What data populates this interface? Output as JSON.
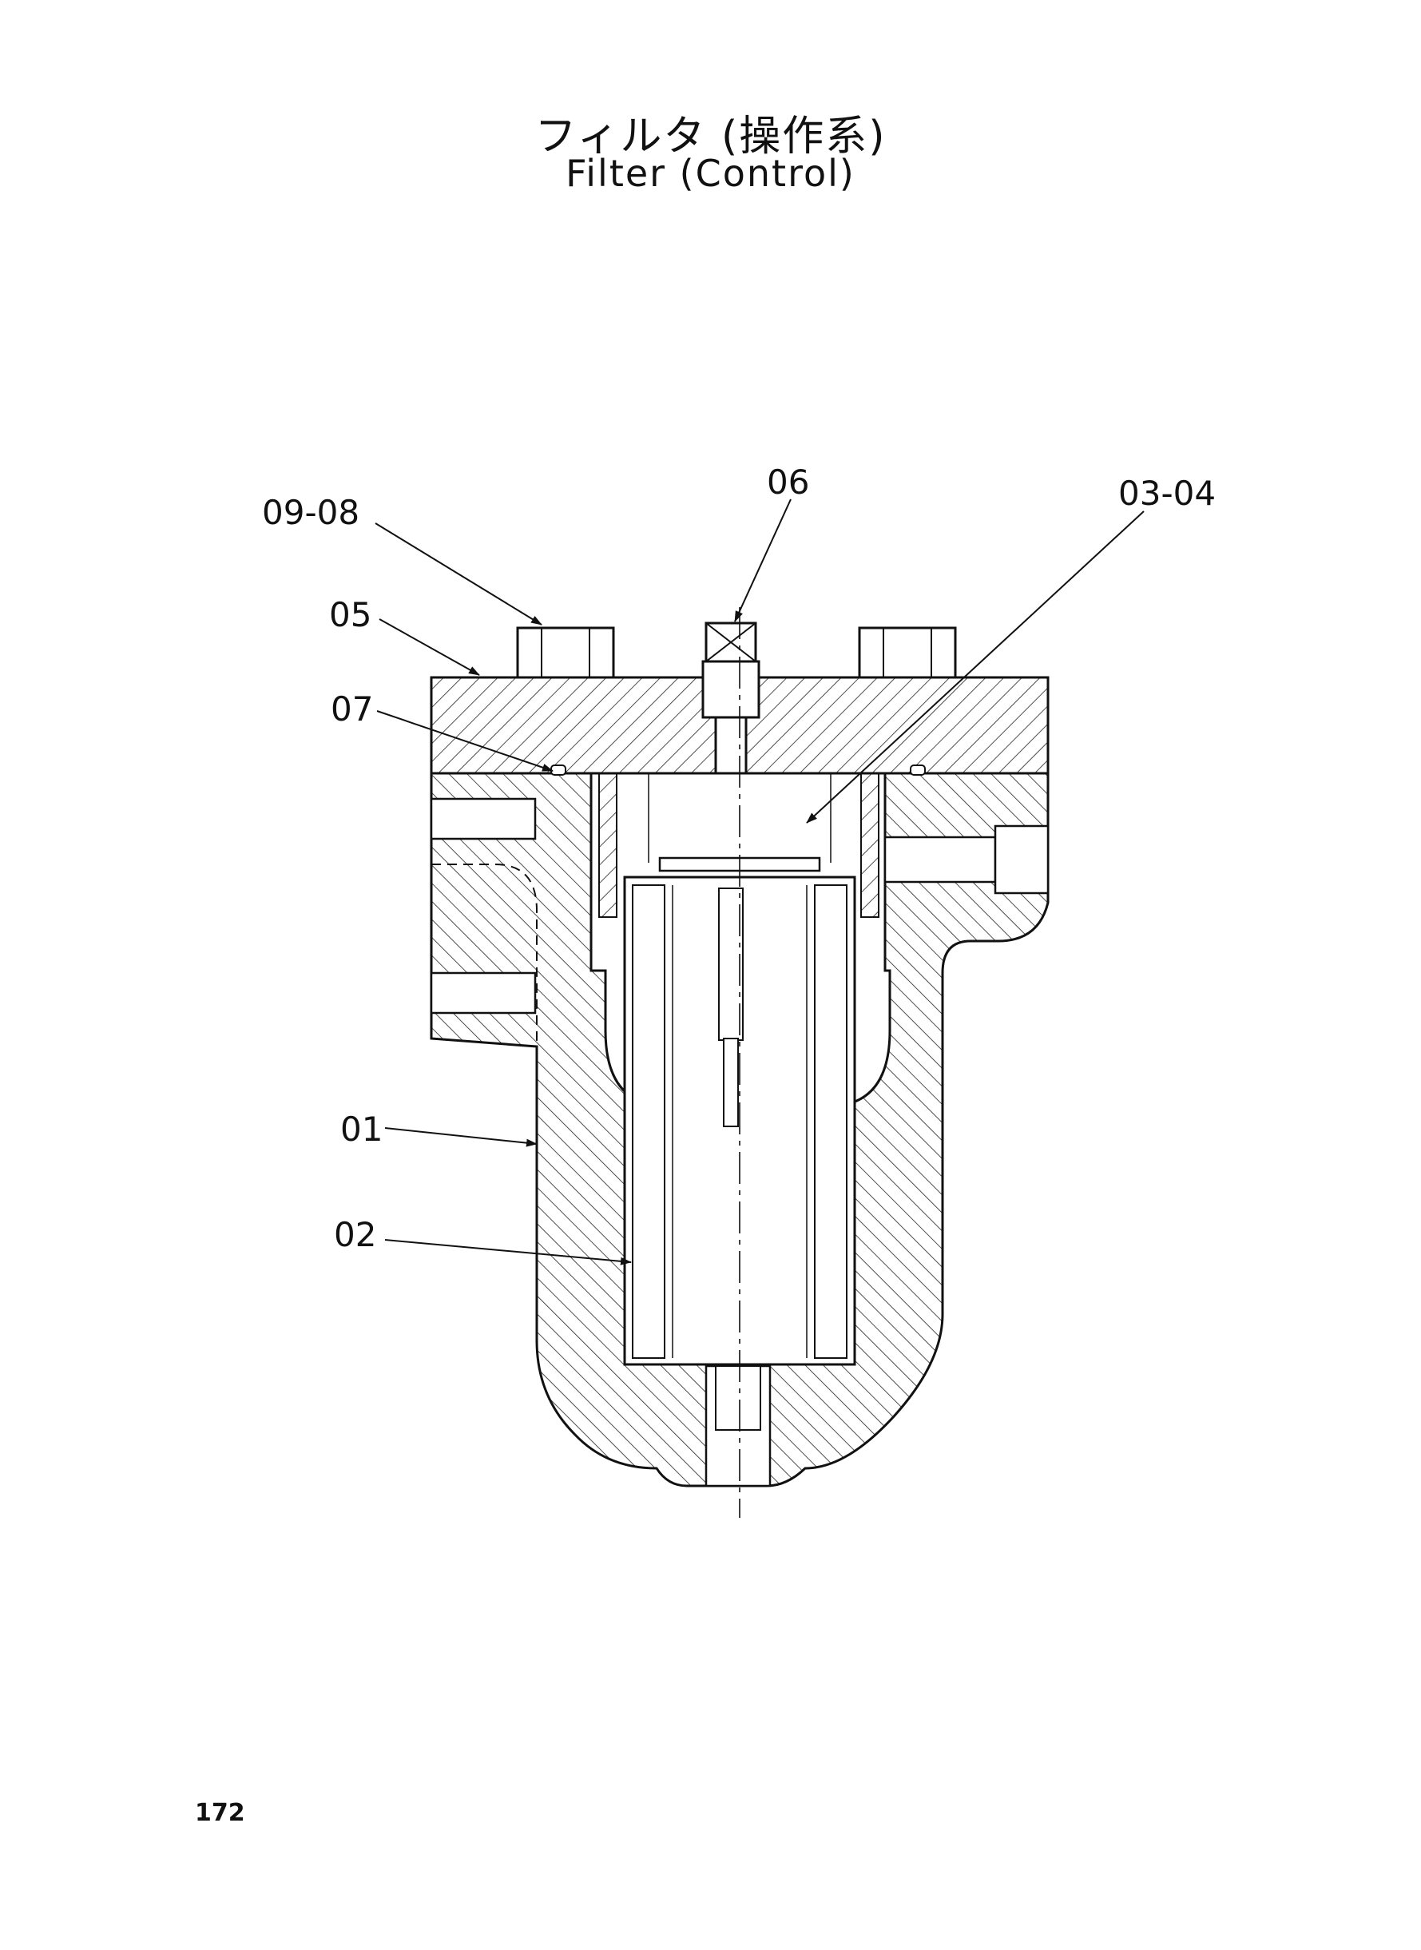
{
  "title": {
    "japanese": "フィルタ (操作系)",
    "english": "Filter (Control)"
  },
  "callouts": {
    "c0908": "09-08",
    "c05": "05",
    "c07": "07",
    "c06": "06",
    "c0304": "03-04",
    "c01": "01",
    "c02": "02"
  },
  "page_number": "172"
}
